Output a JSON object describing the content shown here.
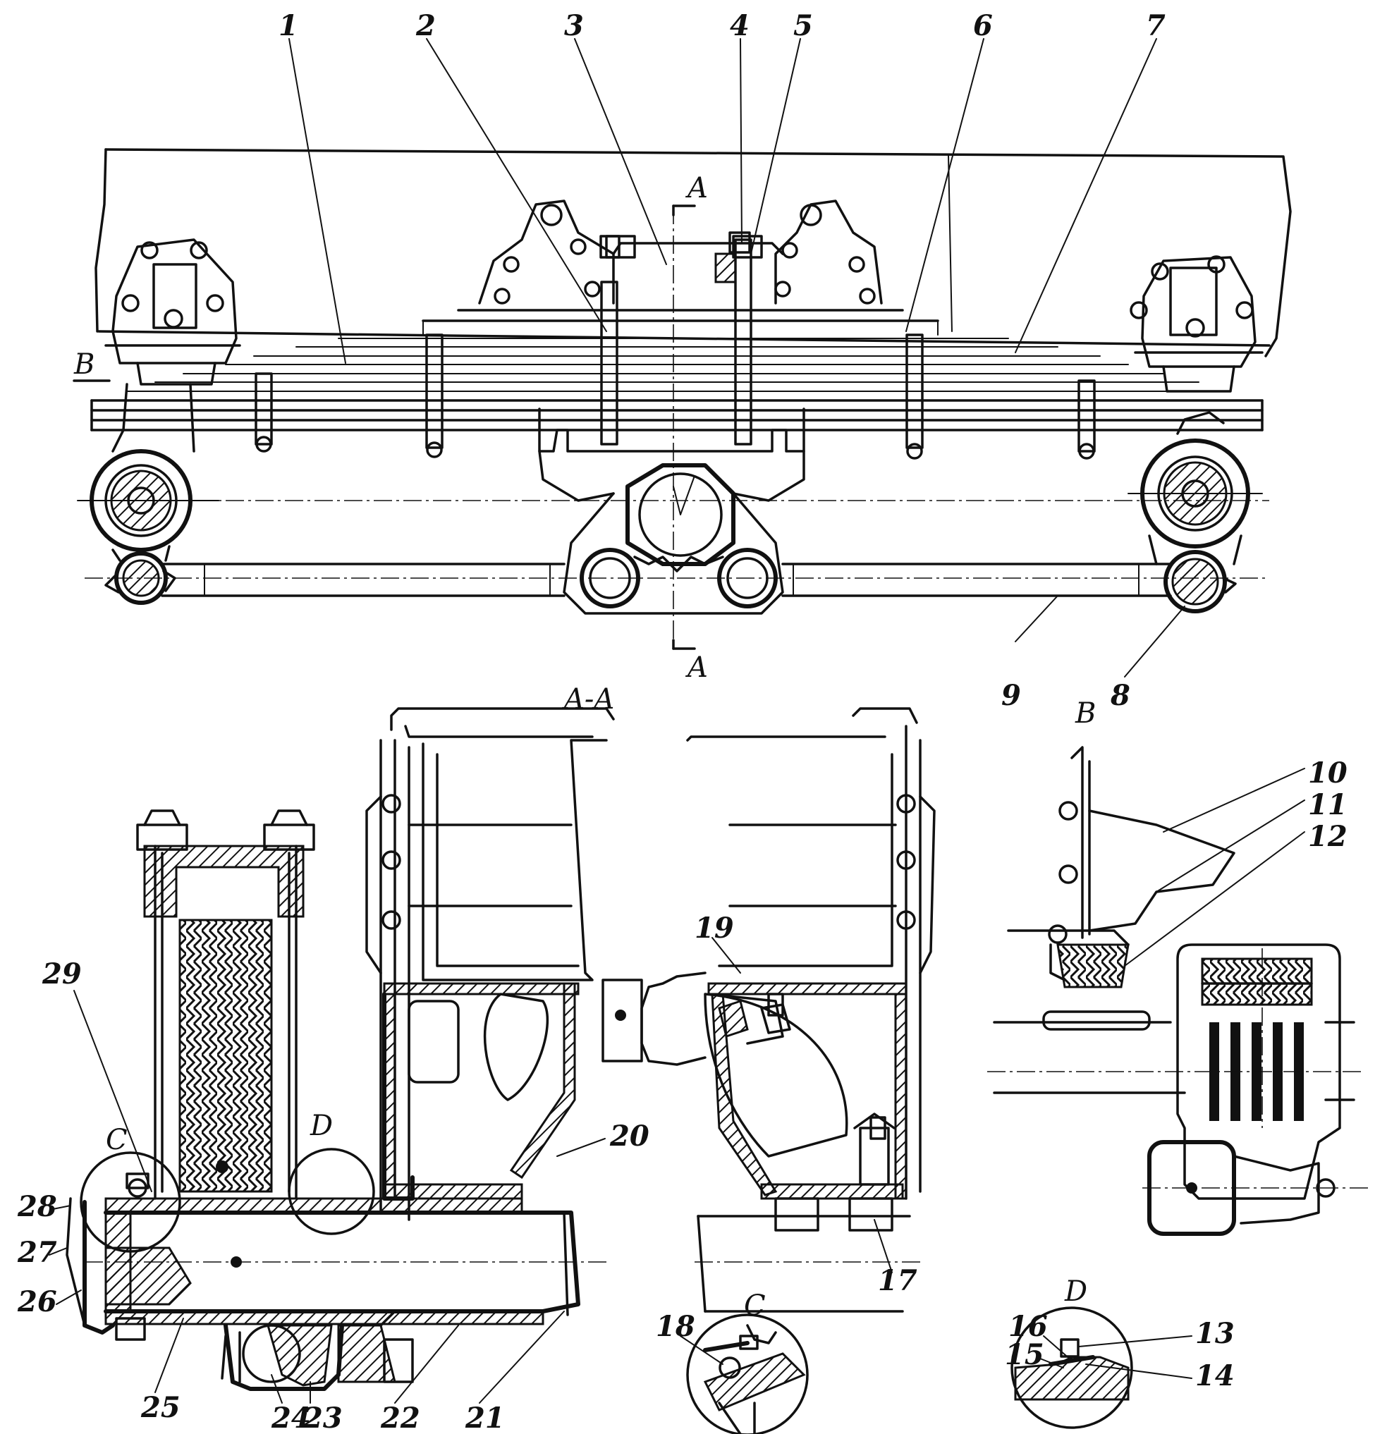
{
  "part_labels": [
    "1",
    "2",
    "3",
    "4",
    "5",
    "6",
    "7",
    "8",
    "9",
    "10",
    "11",
    "12",
    "13",
    "14",
    "15",
    "16",
    "17",
    "18",
    "19",
    "20",
    "21",
    "22",
    "23",
    "24",
    "25",
    "26",
    "27",
    "28",
    "29"
  ],
  "section_labels": {
    "a_top": "A",
    "a_bottom": "A",
    "b_marker": "B",
    "section_aa": "A-A",
    "view_b": "B",
    "detail_c_marker": "C",
    "detail_d_marker": "D",
    "detail_c_title": "C",
    "detail_d_title": "D"
  }
}
